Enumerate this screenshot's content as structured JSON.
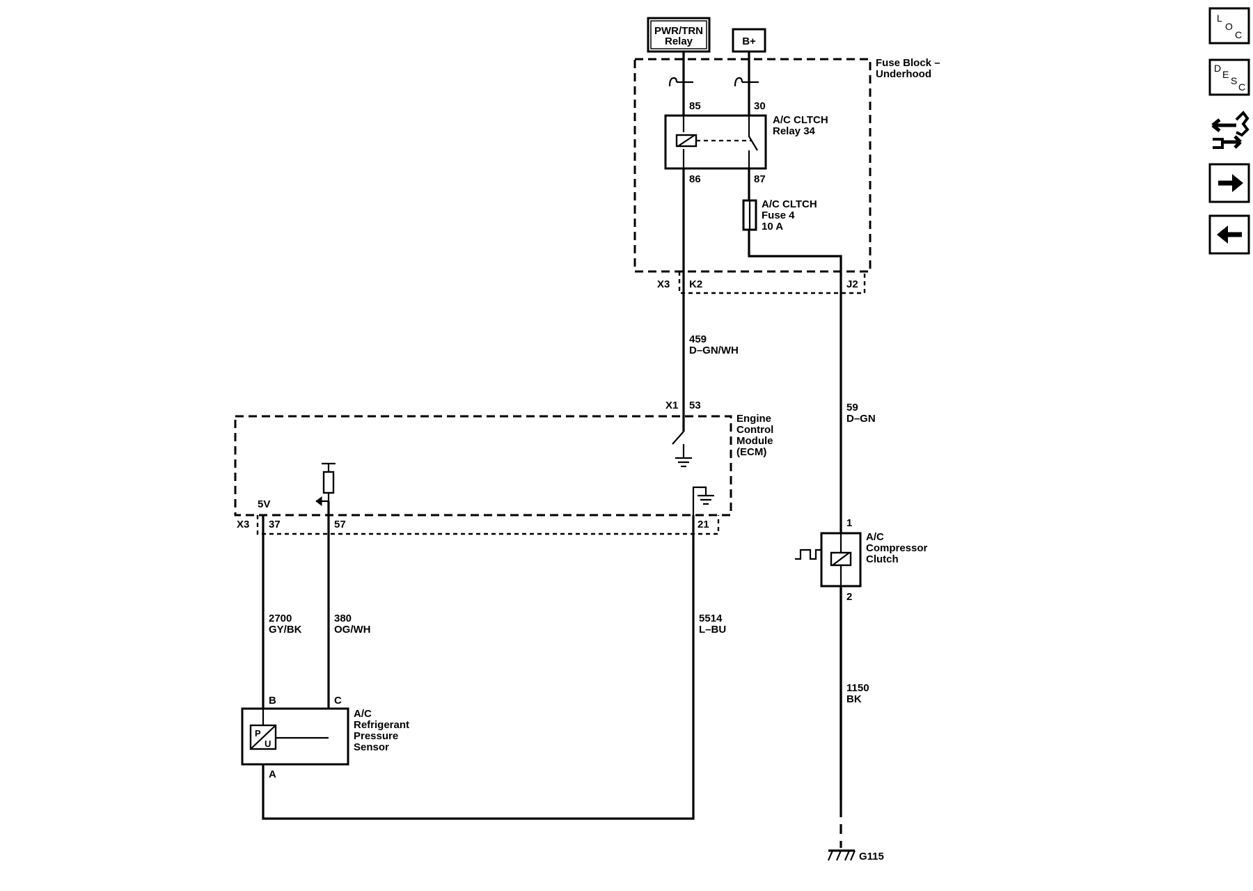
{
  "sources": {
    "pwr_trn_relay": [
      "PWR/TRN",
      "Relay"
    ],
    "b_plus": "B+"
  },
  "fuse_block": {
    "title": [
      "Fuse Block –",
      "Underhood"
    ],
    "relay": {
      "name": [
        "A/C CLTCH",
        "Relay 34"
      ],
      "pins": {
        "p85": "85",
        "p30": "30",
        "p86": "86",
        "p87": "87"
      }
    },
    "fuse": {
      "name": [
        "A/C CLTCH",
        "Fuse 4",
        "10 A"
      ]
    },
    "connectors": {
      "x3": "X3",
      "k2": "K2",
      "j2": "J2"
    }
  },
  "wires": {
    "w459": {
      "circuit": "459",
      "color": "D–GN/WH"
    },
    "w59": {
      "circuit": "59",
      "color": "D–GN"
    },
    "w2700": {
      "circuit": "2700",
      "color": "GY/BK"
    },
    "w380": {
      "circuit": "380",
      "color": "OG/WH"
    },
    "w5514": {
      "circuit": "5514",
      "color": "L–BU"
    },
    "w1150": {
      "circuit": "1150",
      "color": "BK"
    }
  },
  "ecm": {
    "title": [
      "Engine",
      "Control",
      "Module",
      "(ECM)"
    ],
    "x1": "X1",
    "pin53": "53",
    "x3": "X3",
    "pin37": "37",
    "pin57": "57",
    "pin21": "21",
    "five_v": "5V"
  },
  "sensor": {
    "name": [
      "A/C",
      "Refrigerant",
      "Pressure",
      "Sensor"
    ],
    "pins": {
      "b": "B",
      "c": "C",
      "a": "A"
    },
    "symbol_p": "P",
    "symbol_u": "U"
  },
  "compressor": {
    "name": [
      "A/C",
      "Compressor",
      "Clutch"
    ],
    "pin1": "1",
    "pin2": "2"
  },
  "ground": {
    "label": "G115"
  },
  "nav": {
    "loc": {
      "l": "L",
      "o": "O",
      "c": "C"
    },
    "desc": {
      "d": "D",
      "e": "E",
      "s": "S",
      "c": "C"
    }
  }
}
